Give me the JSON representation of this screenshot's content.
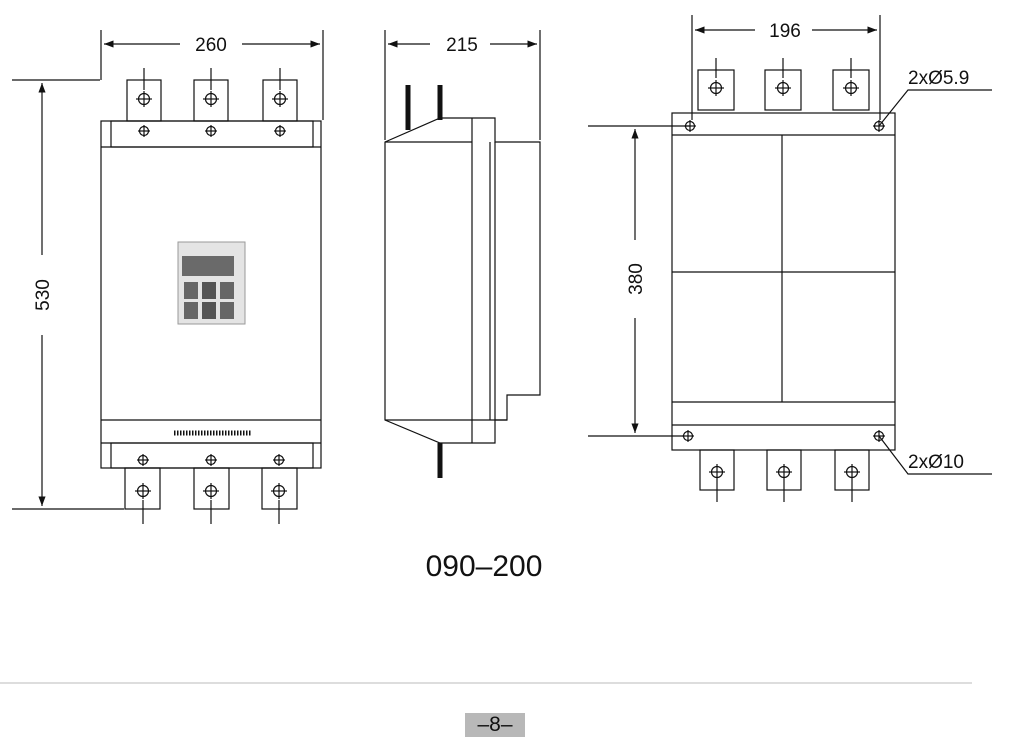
{
  "front_view": {
    "width_dim": "260",
    "height_dim": "530"
  },
  "side_view": {
    "depth_dim": "215"
  },
  "mount_view": {
    "hole_spacing_width": "196",
    "hole_spacing_height": "380",
    "top_holes": "2xØ5.9",
    "bottom_holes": "2xØ10"
  },
  "model_range": "090–200",
  "page_number": "–8–"
}
